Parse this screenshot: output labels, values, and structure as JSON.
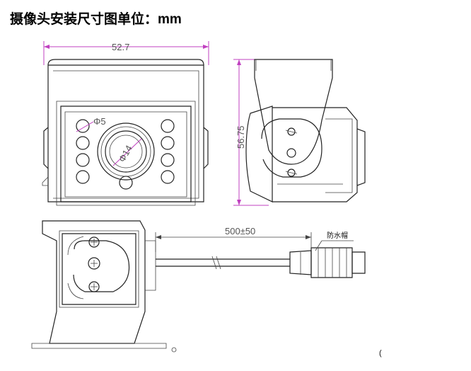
{
  "title": {
    "prefix": "摄像头安装尺寸图单位：",
    "unit": "mm"
  },
  "dimensions": {
    "width": "52.7",
    "height": "56.75",
    "led_hole": "Φ5",
    "lens": "Φ14",
    "cable_length": "500±50",
    "cap_label": "防水帽"
  },
  "stray_mark": "("
}
